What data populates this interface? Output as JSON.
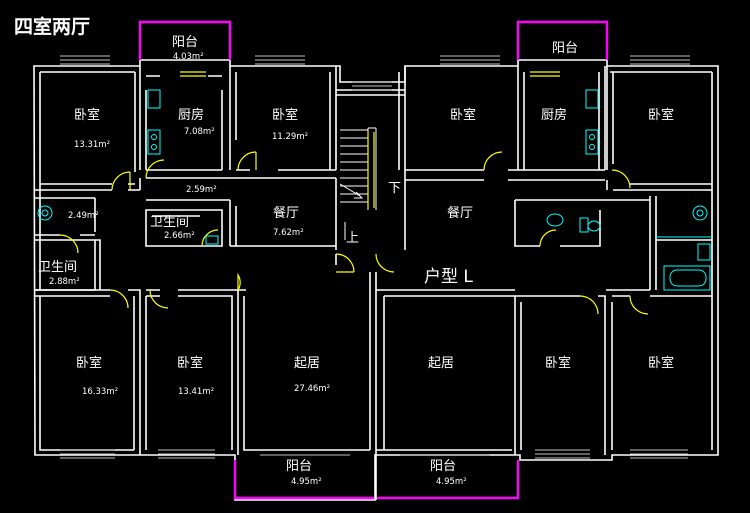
{
  "title": "四室两厅",
  "unit_type": "户型 L",
  "colors": {
    "background": "#000000",
    "wall": "#ffffff",
    "door": "#ffff00",
    "balcony": "#ff00ff",
    "fixture": "#00ffff",
    "window": "#c0c0c0"
  },
  "stairs": {
    "up": "上",
    "down": "下"
  },
  "rooms": [
    {
      "name": "阳台",
      "area": "4.03m²"
    },
    {
      "name": "阳台",
      "area": ""
    },
    {
      "name": "卧室",
      "area": "13.31m²"
    },
    {
      "name": "厨房",
      "area": "7.08m²"
    },
    {
      "name": "卧室",
      "area": "11.29m²"
    },
    {
      "name": "卧室",
      "area": ""
    },
    {
      "name": "厨房",
      "area": ""
    },
    {
      "name": "卧室",
      "area": ""
    },
    {
      "name": "",
      "area": "2.59m²"
    },
    {
      "name": "",
      "area": "2.49m²"
    },
    {
      "name": "卫生间",
      "area": "2.66m²"
    },
    {
      "name": "餐厅",
      "area": "7.62m²"
    },
    {
      "name": "餐厅",
      "area": ""
    },
    {
      "name": "卫生间",
      "area": "2.88m²"
    },
    {
      "name": "卧室",
      "area": "16.33m²"
    },
    {
      "name": "卧室",
      "area": "13.41m²"
    },
    {
      "name": "起居",
      "area": "27.46m²"
    },
    {
      "name": "起居",
      "area": ""
    },
    {
      "name": "卧室",
      "area": ""
    },
    {
      "name": "卧室",
      "area": ""
    },
    {
      "name": "阳台",
      "area": "4.95m²"
    },
    {
      "name": "阳台",
      "area": "4.95m²"
    }
  ]
}
